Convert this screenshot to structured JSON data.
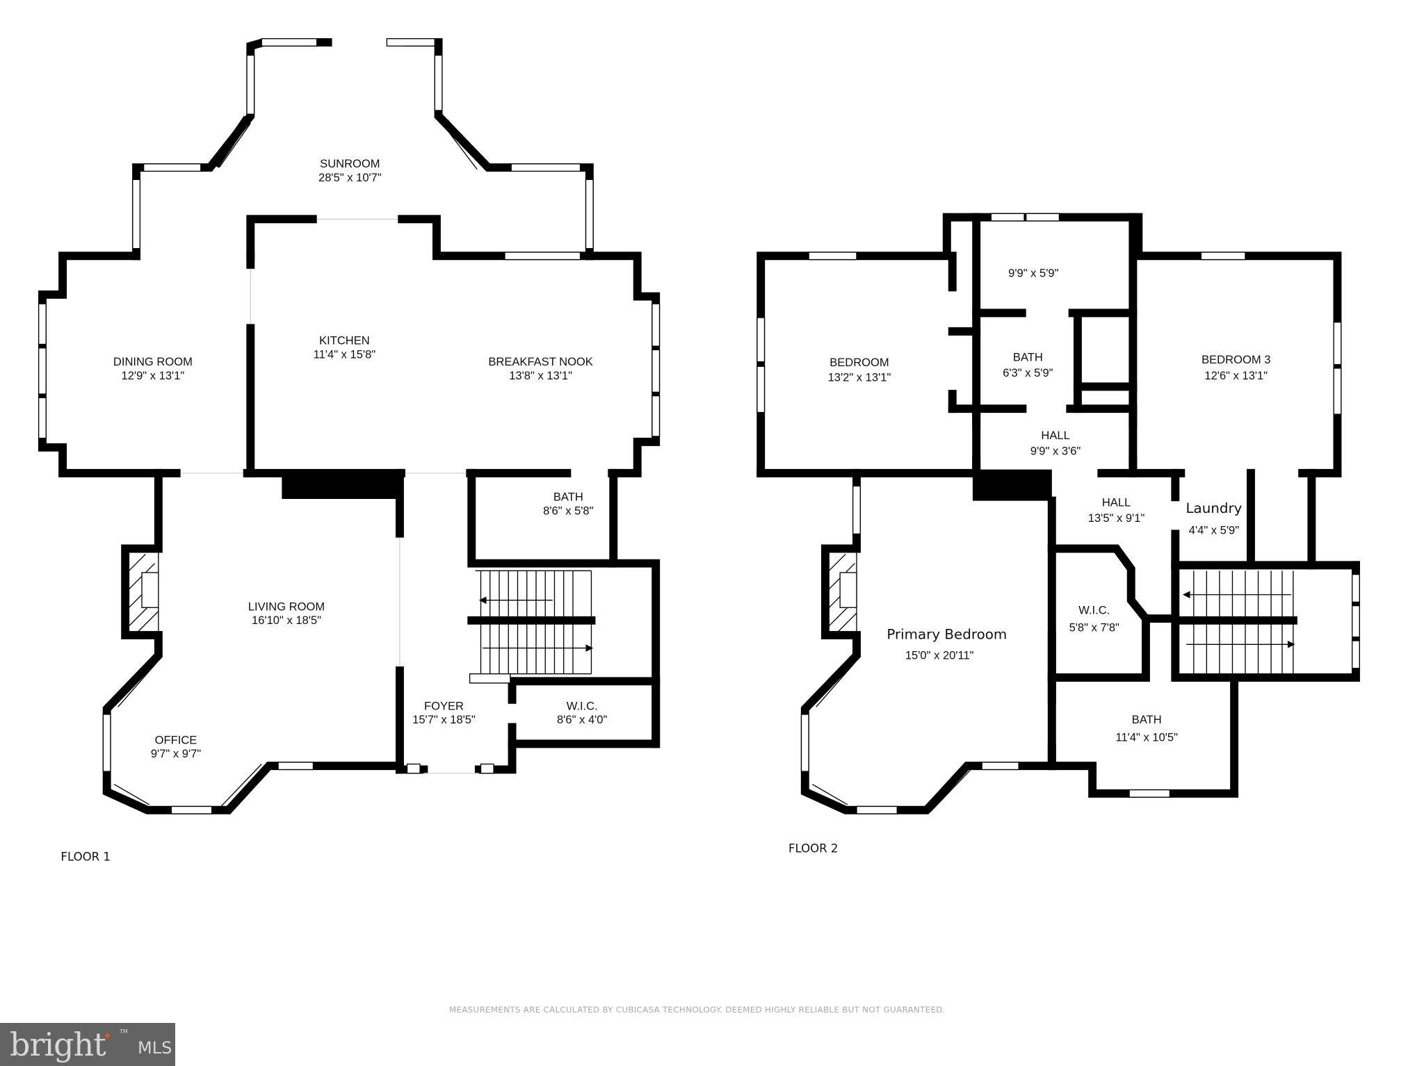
{
  "floors": [
    {
      "label": "FLOOR 1",
      "rooms": [
        {
          "name": "SUNROOM",
          "dims": "28'5\" x 10'7\""
        },
        {
          "name": "DINING ROOM",
          "dims": "12'9\" x 13'1\""
        },
        {
          "name": "KITCHEN",
          "dims": "11'4\" x 15'8\""
        },
        {
          "name": "BREAKFAST NOOK",
          "dims": "13'8\" x 13'1\""
        },
        {
          "name": "BATH",
          "dims": "8'6\" x 5'8\""
        },
        {
          "name": "LIVING ROOM",
          "dims": "16'10\" x 18'5\""
        },
        {
          "name": "OFFICE",
          "dims": "9'7\" x 9'7\""
        },
        {
          "name": "FOYER",
          "dims": "15'7\" x 18'5\""
        },
        {
          "name": "W.I.C.",
          "dims": "8'6\" x 4'0\""
        }
      ]
    },
    {
      "label": "FLOOR 2",
      "rooms": [
        {
          "name": "",
          "dims": "9'9\" x 5'9\""
        },
        {
          "name": "BEDROOM",
          "dims": "13'2\" x 13'1\""
        },
        {
          "name": "BATH",
          "dims": "6'3\" x 5'9\""
        },
        {
          "name": "BEDROOM 3",
          "dims": "12'6\" x 13'1\""
        },
        {
          "name": "HALL",
          "dims": "9'9\" x 3'6\""
        },
        {
          "name": "HALL",
          "dims": "13'5\" x 9'1\""
        },
        {
          "name": "Laundry",
          "dims": "4'4\" x 5'9\""
        },
        {
          "name": "W.I.C.",
          "dims": "5'8\" x 7'8\""
        },
        {
          "name": "Primary Bedroom",
          "dims": "15'0\" x 20'11\""
        },
        {
          "name": "BATH",
          "dims": "11'4\" x 10'5\""
        }
      ]
    }
  ],
  "disclaimer": "MEASUREMENTS ARE CALCULATED BY CUBICASA TECHNOLOGY. DEEMED HIGHLY RELIABLE BUT NOT GUARANTEED.",
  "logo": {
    "brand": "bright",
    "suffix": "MLS",
    "tm": "TM",
    "accent_color": "#e0542a",
    "bg_color": "#636363"
  }
}
